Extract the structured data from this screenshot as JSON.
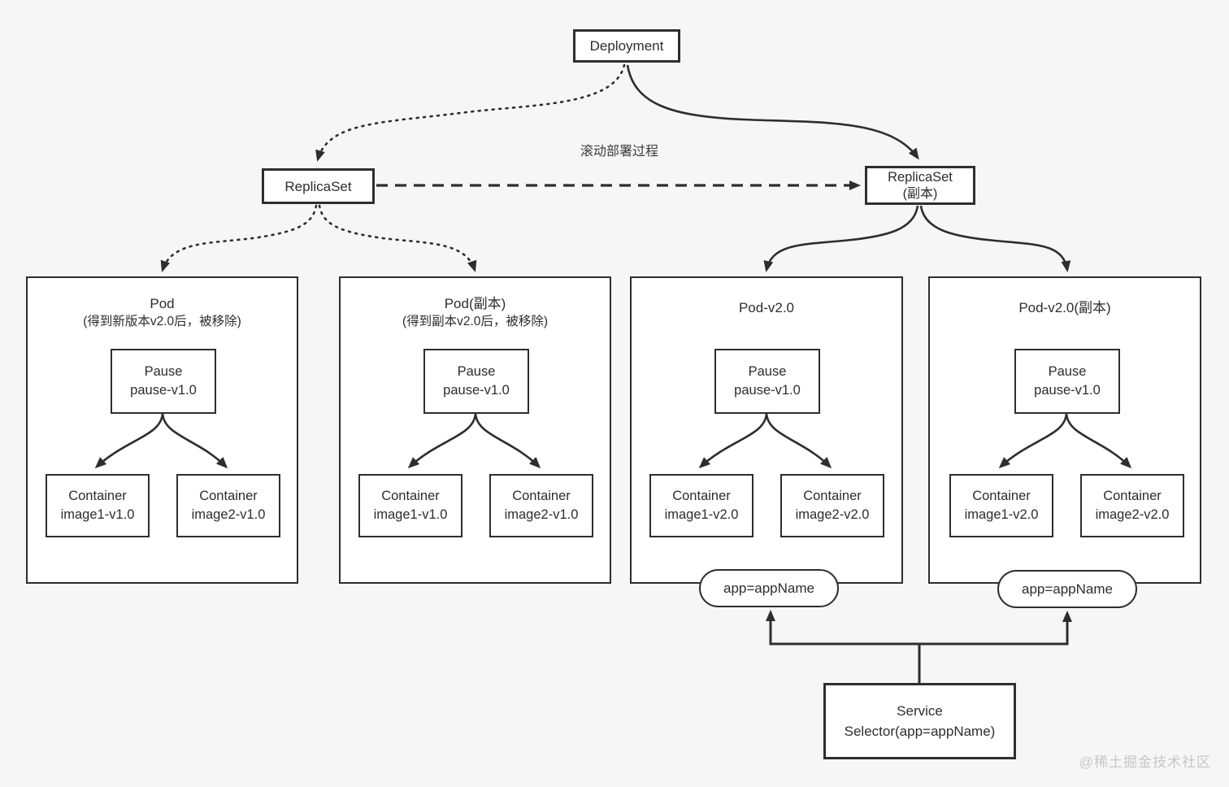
{
  "diagram": {
    "process_label": "滚动部署过程",
    "deployment": {
      "label": "Deployment"
    },
    "replicaset_left": {
      "label": "ReplicaSet"
    },
    "replicaset_right": {
      "label": "ReplicaSet",
      "sublabel": "(副本)"
    },
    "pods": [
      {
        "title": "Pod",
        "subtitle": "(得到新版本v2.0后，被移除)",
        "pause": {
          "title": "Pause",
          "version": "pause-v1.0"
        },
        "containers": [
          {
            "title": "Container",
            "image": "image1-v1.0"
          },
          {
            "title": "Container",
            "image": "image2-v1.0"
          }
        ]
      },
      {
        "title": "Pod(副本)",
        "subtitle": "(得到副本v2.0后，被移除)",
        "pause": {
          "title": "Pause",
          "version": "pause-v1.0"
        },
        "containers": [
          {
            "title": "Container",
            "image": "image1-v1.0"
          },
          {
            "title": "Container",
            "image": "image2-v1.0"
          }
        ]
      },
      {
        "title": "Pod-v2.0",
        "subtitle": "",
        "pause": {
          "title": "Pause",
          "version": "pause-v1.0"
        },
        "containers": [
          {
            "title": "Container",
            "image": "image1-v2.0"
          },
          {
            "title": "Container",
            "image": "image2-v2.0"
          }
        ],
        "selector_badge": "app=appName"
      },
      {
        "title": "Pod-v2.0(副本)",
        "subtitle": "",
        "pause": {
          "title": "Pause",
          "version": "pause-v1.0"
        },
        "containers": [
          {
            "title": "Container",
            "image": "image1-v2.0"
          },
          {
            "title": "Container",
            "image": "image2-v2.0"
          }
        ],
        "selector_badge": "app=appName"
      }
    ],
    "service": {
      "title": "Service",
      "selector": "Selector(app=appName)"
    },
    "watermark": "@稀土掘金技术社区",
    "colors": {
      "line": "#333333",
      "box_fill": "#ffffff",
      "background": "#f6f6f7",
      "watermark": "#c6c6c6"
    }
  }
}
